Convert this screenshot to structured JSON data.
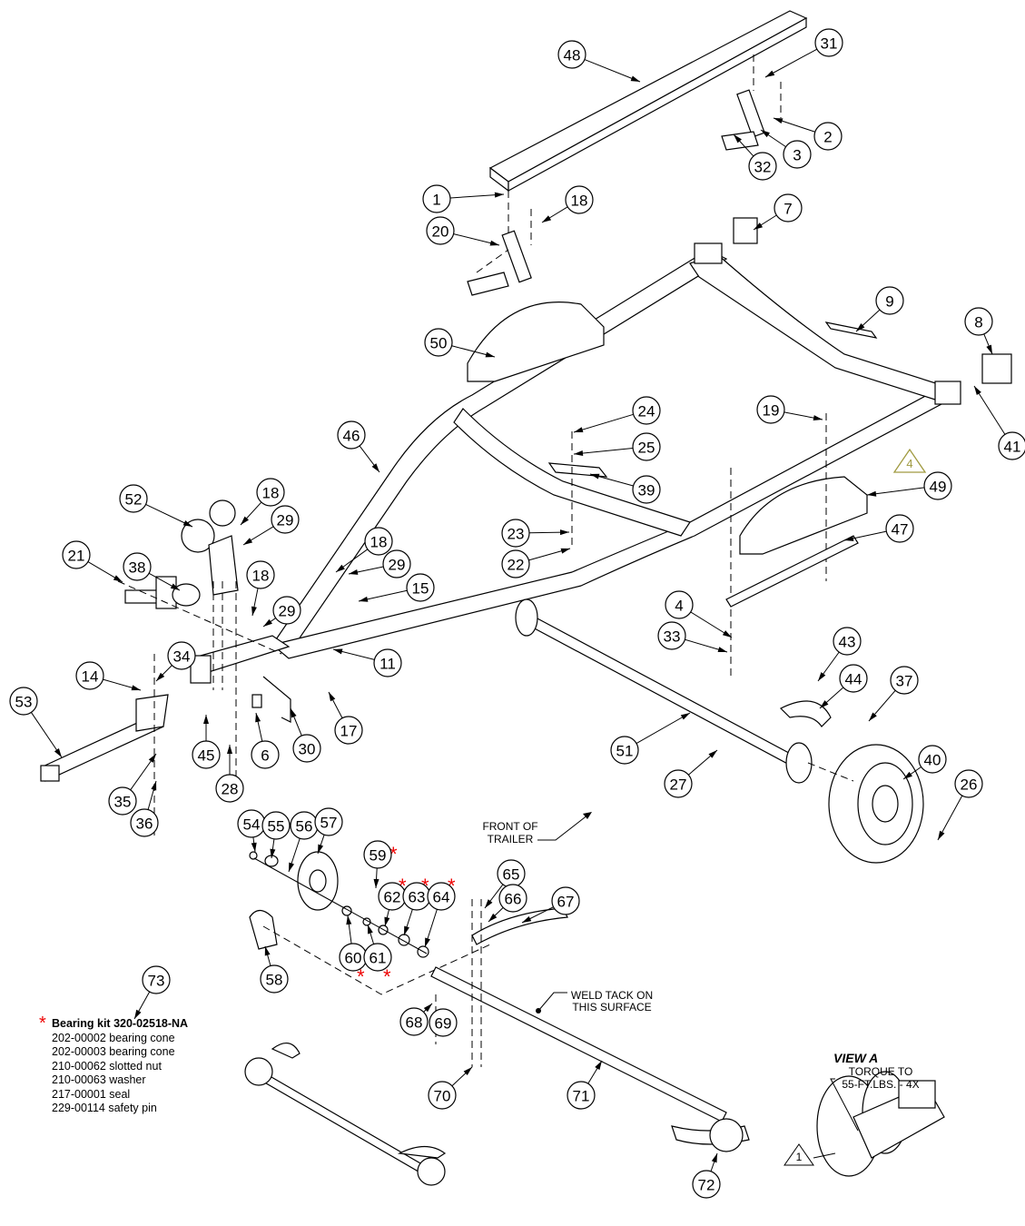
{
  "diagram": {
    "title": "Trailer exploded parts diagram",
    "balloons": [
      {
        "id": "48",
        "label": "48"
      },
      {
        "id": "31",
        "label": "31"
      },
      {
        "id": "2",
        "label": "2"
      },
      {
        "id": "3",
        "label": "3"
      },
      {
        "id": "32",
        "label": "32"
      },
      {
        "id": "1",
        "label": "1"
      },
      {
        "id": "18a",
        "label": "18"
      },
      {
        "id": "20",
        "label": "20"
      },
      {
        "id": "7",
        "label": "7"
      },
      {
        "id": "9",
        "label": "9"
      },
      {
        "id": "50",
        "label": "50"
      },
      {
        "id": "8",
        "label": "8"
      },
      {
        "id": "41",
        "label": "41"
      },
      {
        "id": "24",
        "label": "24"
      },
      {
        "id": "25",
        "label": "25"
      },
      {
        "id": "19",
        "label": "19"
      },
      {
        "id": "39",
        "label": "39"
      },
      {
        "id": "46",
        "label": "46"
      },
      {
        "id": "49",
        "label": "49"
      },
      {
        "id": "52",
        "label": "52"
      },
      {
        "id": "18b",
        "label": "18"
      },
      {
        "id": "29a",
        "label": "29"
      },
      {
        "id": "23",
        "label": "23"
      },
      {
        "id": "22",
        "label": "22"
      },
      {
        "id": "47",
        "label": "47"
      },
      {
        "id": "21",
        "label": "21"
      },
      {
        "id": "38",
        "label": "38"
      },
      {
        "id": "18c",
        "label": "18"
      },
      {
        "id": "29b",
        "label": "29"
      },
      {
        "id": "15",
        "label": "15"
      },
      {
        "id": "18d",
        "label": "18"
      },
      {
        "id": "29c",
        "label": "29"
      },
      {
        "id": "4",
        "label": "4"
      },
      {
        "id": "33",
        "label": "33"
      },
      {
        "id": "11",
        "label": "11"
      },
      {
        "id": "43",
        "label": "43"
      },
      {
        "id": "14",
        "label": "14"
      },
      {
        "id": "34",
        "label": "34"
      },
      {
        "id": "44",
        "label": "44"
      },
      {
        "id": "37",
        "label": "37"
      },
      {
        "id": "53",
        "label": "53"
      },
      {
        "id": "17",
        "label": "17"
      },
      {
        "id": "40",
        "label": "40"
      },
      {
        "id": "45",
        "label": "45"
      },
      {
        "id": "6",
        "label": "6"
      },
      {
        "id": "30",
        "label": "30"
      },
      {
        "id": "51",
        "label": "51"
      },
      {
        "id": "27",
        "label": "27"
      },
      {
        "id": "26",
        "label": "26"
      },
      {
        "id": "28",
        "label": "28"
      },
      {
        "id": "35",
        "label": "35"
      },
      {
        "id": "36",
        "label": "36"
      },
      {
        "id": "54",
        "label": "54"
      },
      {
        "id": "55",
        "label": "55"
      },
      {
        "id": "56",
        "label": "56"
      },
      {
        "id": "57",
        "label": "57"
      },
      {
        "id": "59",
        "label": "59"
      },
      {
        "id": "65",
        "label": "65"
      },
      {
        "id": "62",
        "label": "62"
      },
      {
        "id": "63",
        "label": "63"
      },
      {
        "id": "64",
        "label": "64"
      },
      {
        "id": "66",
        "label": "66"
      },
      {
        "id": "67",
        "label": "67"
      },
      {
        "id": "60",
        "label": "60"
      },
      {
        "id": "61",
        "label": "61"
      },
      {
        "id": "58",
        "label": "58"
      },
      {
        "id": "73",
        "label": "73"
      },
      {
        "id": "68",
        "label": "68"
      },
      {
        "id": "69",
        "label": "69"
      },
      {
        "id": "70",
        "label": "70"
      },
      {
        "id": "71",
        "label": "71"
      },
      {
        "id": "72",
        "label": "72"
      }
    ],
    "notes": {
      "front_of_trailer": [
        "FRONT OF",
        "TRAILER"
      ],
      "weld_tack": [
        "WELD TACK ON",
        "THIS SURFACE"
      ],
      "view_a_title": "VIEW A",
      "torque": [
        "TORQUE TO",
        "55-FT.LBS. - 4X"
      ],
      "rev_triangle_1": "1",
      "rev_triangle_4": "4"
    },
    "bearing_kit": {
      "marker": "*",
      "title": "Bearing kit 320-02518-NA",
      "items": [
        "202-00002 bearing cone",
        "202-00003 bearing cone",
        "210-00062 slotted nut",
        "210-00063 washer",
        "217-00001 seal",
        "229-00114 safety pin"
      ]
    },
    "colors": {
      "star": "#e00000",
      "rev_triangle_4": "#a09a40",
      "line": "#000000"
    }
  }
}
